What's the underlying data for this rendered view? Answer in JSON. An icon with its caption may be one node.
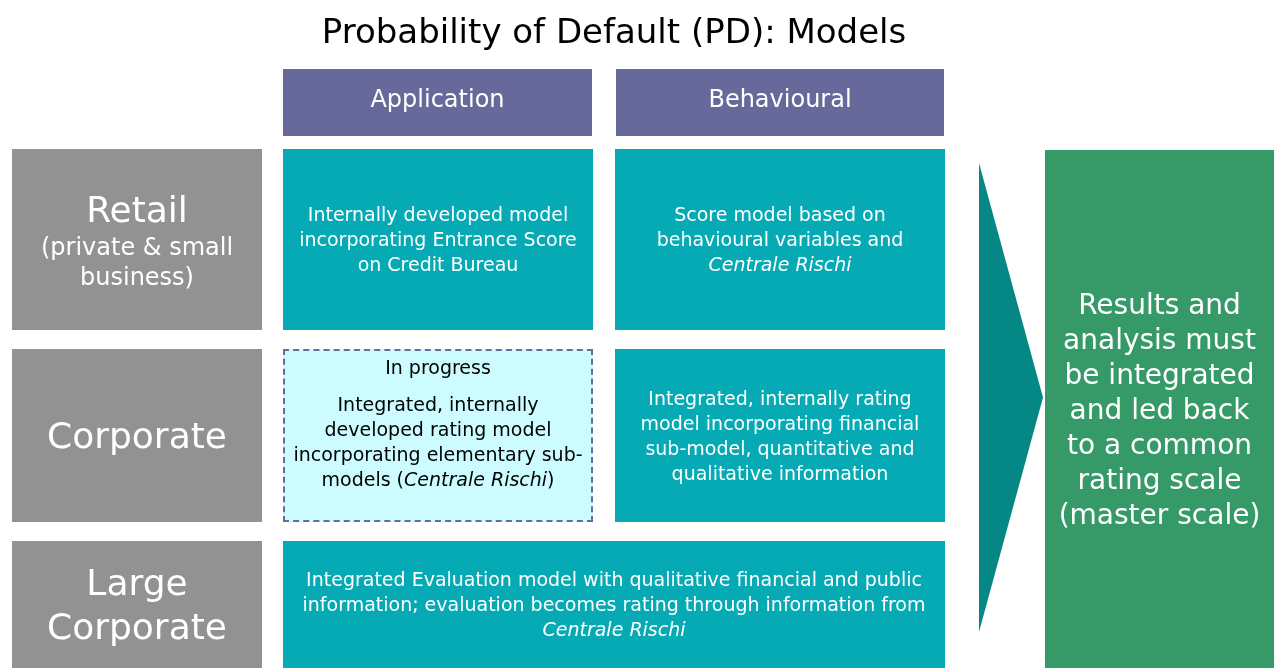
{
  "diagram": {
    "title": "Probability of Default (PD): Models",
    "nodes": [
      {
        "text": [
          "Application"
        ]
      },
      {
        "text": [
          "Behavioural"
        ]
      },
      {
        "text": [
          "Retail",
          "(private & small business)"
        ]
      },
      {
        "text": [
          "Internally developed model incorporating Entrance Score on Credit Bureau"
        ]
      },
      {
        "text": [
          "Score model based on behavioural variables and *Centrale Rischi*"
        ]
      },
      {
        "text": [
          "Corporate"
        ]
      },
      {
        "text": [
          "In progress",
          "Integrated, internally developed rating model incorporating elementary sub-models (*Centrale Rischi*)"
        ]
      },
      {
        "text": [
          "Integrated, internally rating model incorporating financial sub-model, quantitative and qualitative information"
        ]
      },
      {
        "text": [
          "Large Corporate"
        ]
      },
      {
        "text": [
          "Integrated Evaluation model with qualitative financial and public information; evaluation becomes rating through information from *Centrale Rischi*"
        ]
      },
      {
        "text": [
          "Results and analysis must be integrated and led back to a common rating scale (master scale)"
        ]
      }
    ],
    "edges": [
      {
        "from": null,
        "to": 10,
        "arrow": "to"
      }
    ]
  }
}
